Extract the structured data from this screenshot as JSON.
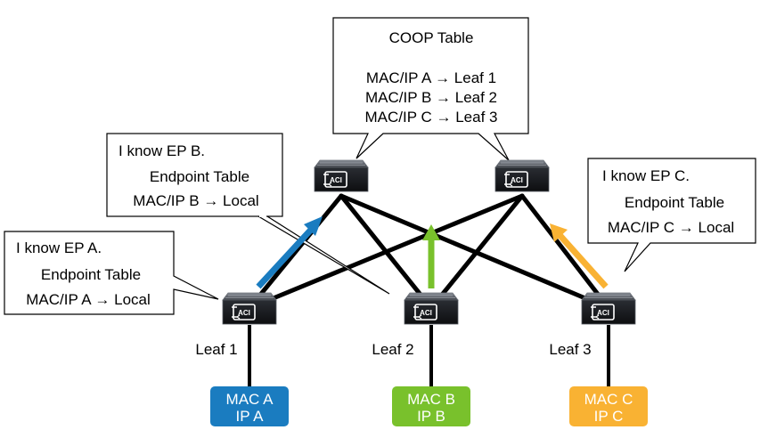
{
  "coop": {
    "title": "COOP Table",
    "rows": [
      "MAC/IP A → Leaf 1",
      "MAC/IP B → Leaf 2",
      "MAC/IP C → Leaf 3"
    ]
  },
  "callouts": {
    "leaf1": {
      "line1": "I know EP A.",
      "line2": "Endpoint Table",
      "line3": "MAC/IP A → Local"
    },
    "leaf2": {
      "line1": "I know EP B.",
      "line2": "Endpoint Table",
      "line3": "MAC/IP B → Local"
    },
    "leaf3": {
      "line1": "I know EP C.",
      "line2": "Endpoint Table",
      "line3": "MAC/IP C → Local"
    }
  },
  "switch_badge": "ACI",
  "leaves": [
    {
      "label": "Leaf 1"
    },
    {
      "label": "Leaf 2"
    },
    {
      "label": "Leaf 3"
    }
  ],
  "endpoints": [
    {
      "line1": "MAC A",
      "line2": "IP A",
      "color": "#1a7cc0"
    },
    {
      "line1": "MAC B",
      "line2": "IP B",
      "color": "#79c12c"
    },
    {
      "line1": "MAC C",
      "line2": "IP C",
      "color": "#f9b233"
    }
  ],
  "arrow_colors": {
    "leaf1": "#1a7cc0",
    "leaf2": "#79c12c",
    "leaf3": "#f9b233"
  }
}
